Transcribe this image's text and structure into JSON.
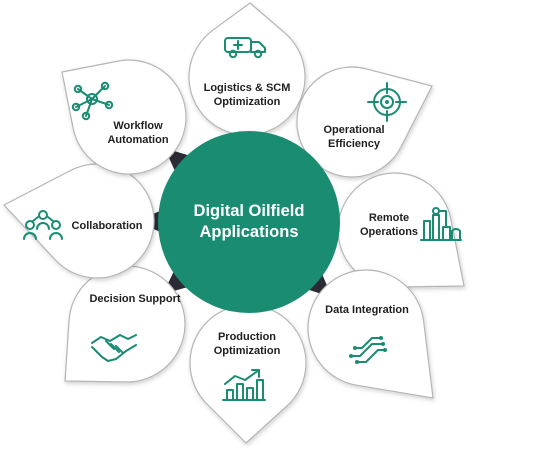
{
  "center": {
    "line1": "Digital Oilfield",
    "line2": "Applications",
    "color": "#1a8c72"
  },
  "colors": {
    "accent": "#1a8c72",
    "petal_fill": "#ffffff",
    "petal_border": "#b5b5b5",
    "pointer": "#2b2b36"
  },
  "nodes": [
    {
      "line1": "Logistics & SCM",
      "line2": "Optimization",
      "icon": "truck-icon"
    },
    {
      "line1": "Operational",
      "line2": "Efficiency",
      "icon": "crosshair-target-icon"
    },
    {
      "line1": "Remote",
      "line2": "Operations",
      "icon": "oil-refinery-icon"
    },
    {
      "line1": "Data Integration",
      "line2": "",
      "icon": "circuit-lines-icon"
    },
    {
      "line1": "Production",
      "line2": "Optimization",
      "icon": "growth-chart-icon"
    },
    {
      "line1": "Decision Support",
      "line2": "",
      "icon": "handshake-icon"
    },
    {
      "line1": "Collaboration",
      "line2": "",
      "icon": "team-network-icon"
    },
    {
      "line1": "Workflow",
      "line2": "Automation",
      "icon": "network-nodes-icon"
    }
  ]
}
